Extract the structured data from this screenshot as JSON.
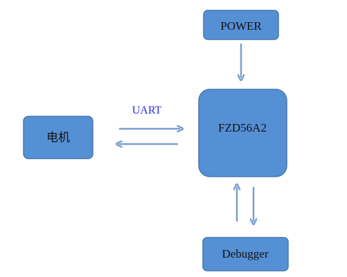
{
  "colors": {
    "box_fill": "#5590D5",
    "box_stroke": "#4677B0",
    "arrow": "#7A9FD0",
    "uart_text": "#2B2BE0"
  },
  "nodes": {
    "power": {
      "label": "POWER"
    },
    "chip": {
      "label": "FZD56A2"
    },
    "motor": {
      "label": "电机"
    },
    "debugger": {
      "label": "Debugger"
    }
  },
  "edges": {
    "uart_label": "UART"
  }
}
